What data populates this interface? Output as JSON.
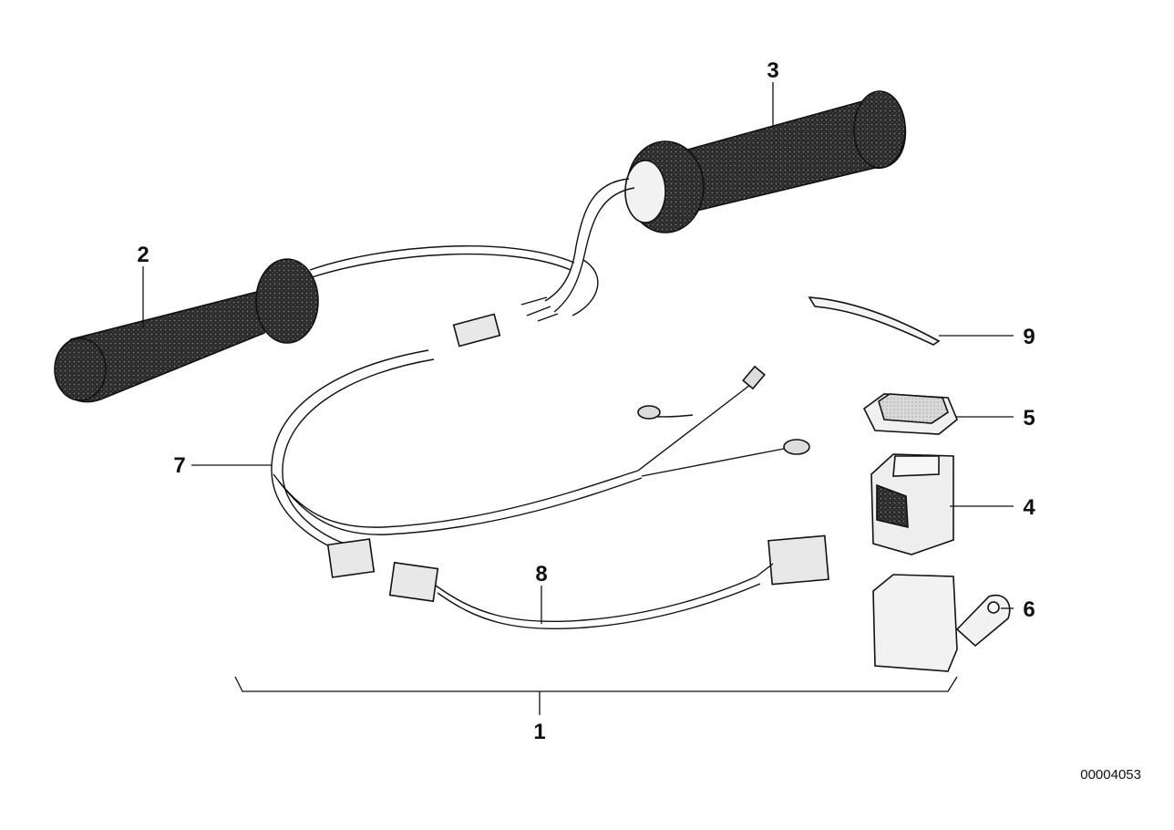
{
  "callouts": {
    "c1": "1",
    "c2": "2",
    "c3": "3",
    "c4": "4",
    "c5": "5",
    "c6": "6",
    "c7": "7",
    "c8": "8",
    "c9": "9"
  },
  "diagram_code": "00004053"
}
